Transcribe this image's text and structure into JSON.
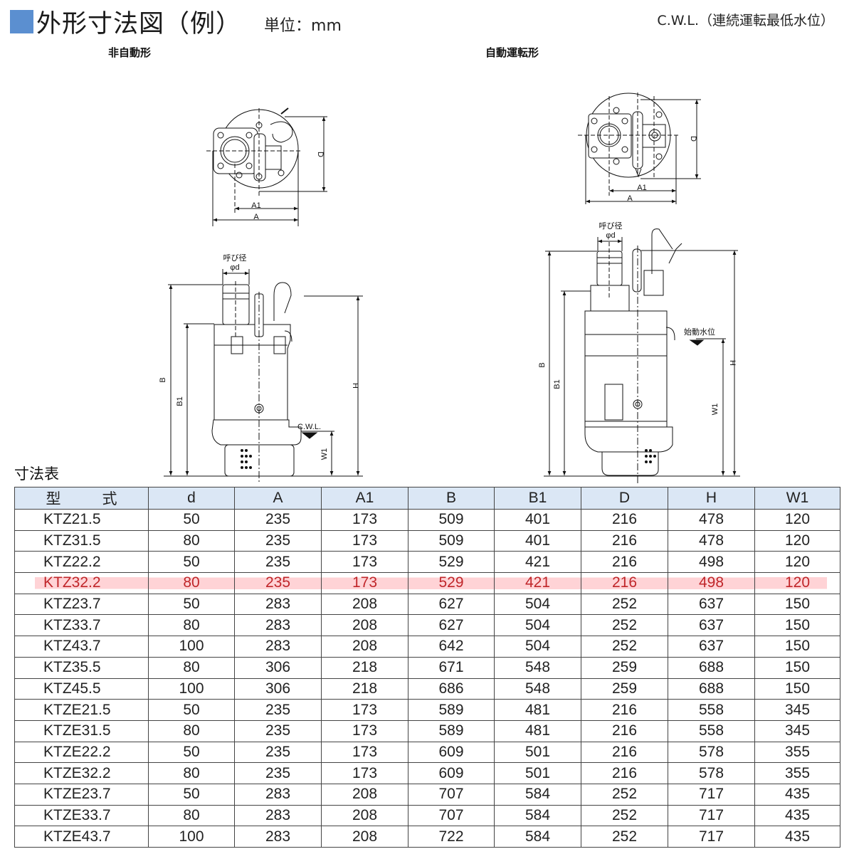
{
  "header": {
    "title": "外形寸法図（例）",
    "unit": "単位：mm",
    "note": "C.W.L.（連続運転最低水位）",
    "accent_color": "#5b8fd0"
  },
  "drawings": {
    "non_auto": {
      "label": "非自動形",
      "top_view": {
        "dim_A": "A",
        "dim_A1": "A1",
        "dim_D": "D"
      },
      "side_view": {
        "nominal_label": "呼び径",
        "phi_d": "φd",
        "dim_B": "B",
        "dim_B1": "B1",
        "dim_H": "H",
        "dim_W1": "W1",
        "cwl": "C.W.L."
      }
    },
    "auto": {
      "label": "自動運転形",
      "top_view": {
        "dim_A": "A",
        "dim_A1": "A1",
        "dim_D": "D"
      },
      "side_view": {
        "nominal_label": "呼び径",
        "phi_d": "φd",
        "dim_B": "B",
        "dim_B1": "B1",
        "dim_H": "H",
        "dim_W1": "W1",
        "start_level": "始動水位"
      }
    }
  },
  "table": {
    "caption": "寸法表",
    "header_model_1": "型",
    "header_model_2": "式",
    "columns": [
      "d",
      "A",
      "A1",
      "B",
      "B1",
      "D",
      "H",
      "W1"
    ],
    "highlight_color": "#c0262a",
    "rows": [
      {
        "model": "KTZ21.5",
        "d": "50",
        "A": "235",
        "A1": "173",
        "B": "509",
        "B1": "401",
        "D": "216",
        "H": "478",
        "W1": "120"
      },
      {
        "model": "KTZ31.5",
        "d": "80",
        "A": "235",
        "A1": "173",
        "B": "509",
        "B1": "401",
        "D": "216",
        "H": "478",
        "W1": "120"
      },
      {
        "model": "KTZ22.2",
        "d": "50",
        "A": "235",
        "A1": "173",
        "B": "529",
        "B1": "421",
        "D": "216",
        "H": "498",
        "W1": "120"
      },
      {
        "model": "KTZ32.2",
        "d": "80",
        "A": "235",
        "A1": "173",
        "B": "529",
        "B1": "421",
        "D": "216",
        "H": "498",
        "W1": "120",
        "highlight": true
      },
      {
        "model": "KTZ23.7",
        "d": "50",
        "A": "283",
        "A1": "208",
        "B": "627",
        "B1": "504",
        "D": "252",
        "H": "637",
        "W1": "150"
      },
      {
        "model": "KTZ33.7",
        "d": "80",
        "A": "283",
        "A1": "208",
        "B": "627",
        "B1": "504",
        "D": "252",
        "H": "637",
        "W1": "150"
      },
      {
        "model": "KTZ43.7",
        "d": "100",
        "A": "283",
        "A1": "208",
        "B": "642",
        "B1": "504",
        "D": "252",
        "H": "637",
        "W1": "150"
      },
      {
        "model": "KTZ35.5",
        "d": "80",
        "A": "306",
        "A1": "218",
        "B": "671",
        "B1": "548",
        "D": "259",
        "H": "688",
        "W1": "150"
      },
      {
        "model": "KTZ45.5",
        "d": "100",
        "A": "306",
        "A1": "218",
        "B": "686",
        "B1": "548",
        "D": "259",
        "H": "688",
        "W1": "150"
      },
      {
        "model": "KTZE21.5",
        "d": "50",
        "A": "235",
        "A1": "173",
        "B": "589",
        "B1": "481",
        "D": "216",
        "H": "558",
        "W1": "345"
      },
      {
        "model": "KTZE31.5",
        "d": "80",
        "A": "235",
        "A1": "173",
        "B": "589",
        "B1": "481",
        "D": "216",
        "H": "558",
        "W1": "345"
      },
      {
        "model": "KTZE22.2",
        "d": "50",
        "A": "235",
        "A1": "173",
        "B": "609",
        "B1": "501",
        "D": "216",
        "H": "578",
        "W1": "355"
      },
      {
        "model": "KTZE32.2",
        "d": "80",
        "A": "235",
        "A1": "173",
        "B": "609",
        "B1": "501",
        "D": "216",
        "H": "578",
        "W1": "355"
      },
      {
        "model": "KTZE23.7",
        "d": "50",
        "A": "283",
        "A1": "208",
        "B": "707",
        "B1": "584",
        "D": "252",
        "H": "717",
        "W1": "435"
      },
      {
        "model": "KTZE33.7",
        "d": "80",
        "A": "283",
        "A1": "208",
        "B": "707",
        "B1": "584",
        "D": "252",
        "H": "717",
        "W1": "435"
      },
      {
        "model": "KTZE43.7",
        "d": "100",
        "A": "283",
        "A1": "208",
        "B": "722",
        "B1": "584",
        "D": "252",
        "H": "717",
        "W1": "435"
      }
    ]
  }
}
